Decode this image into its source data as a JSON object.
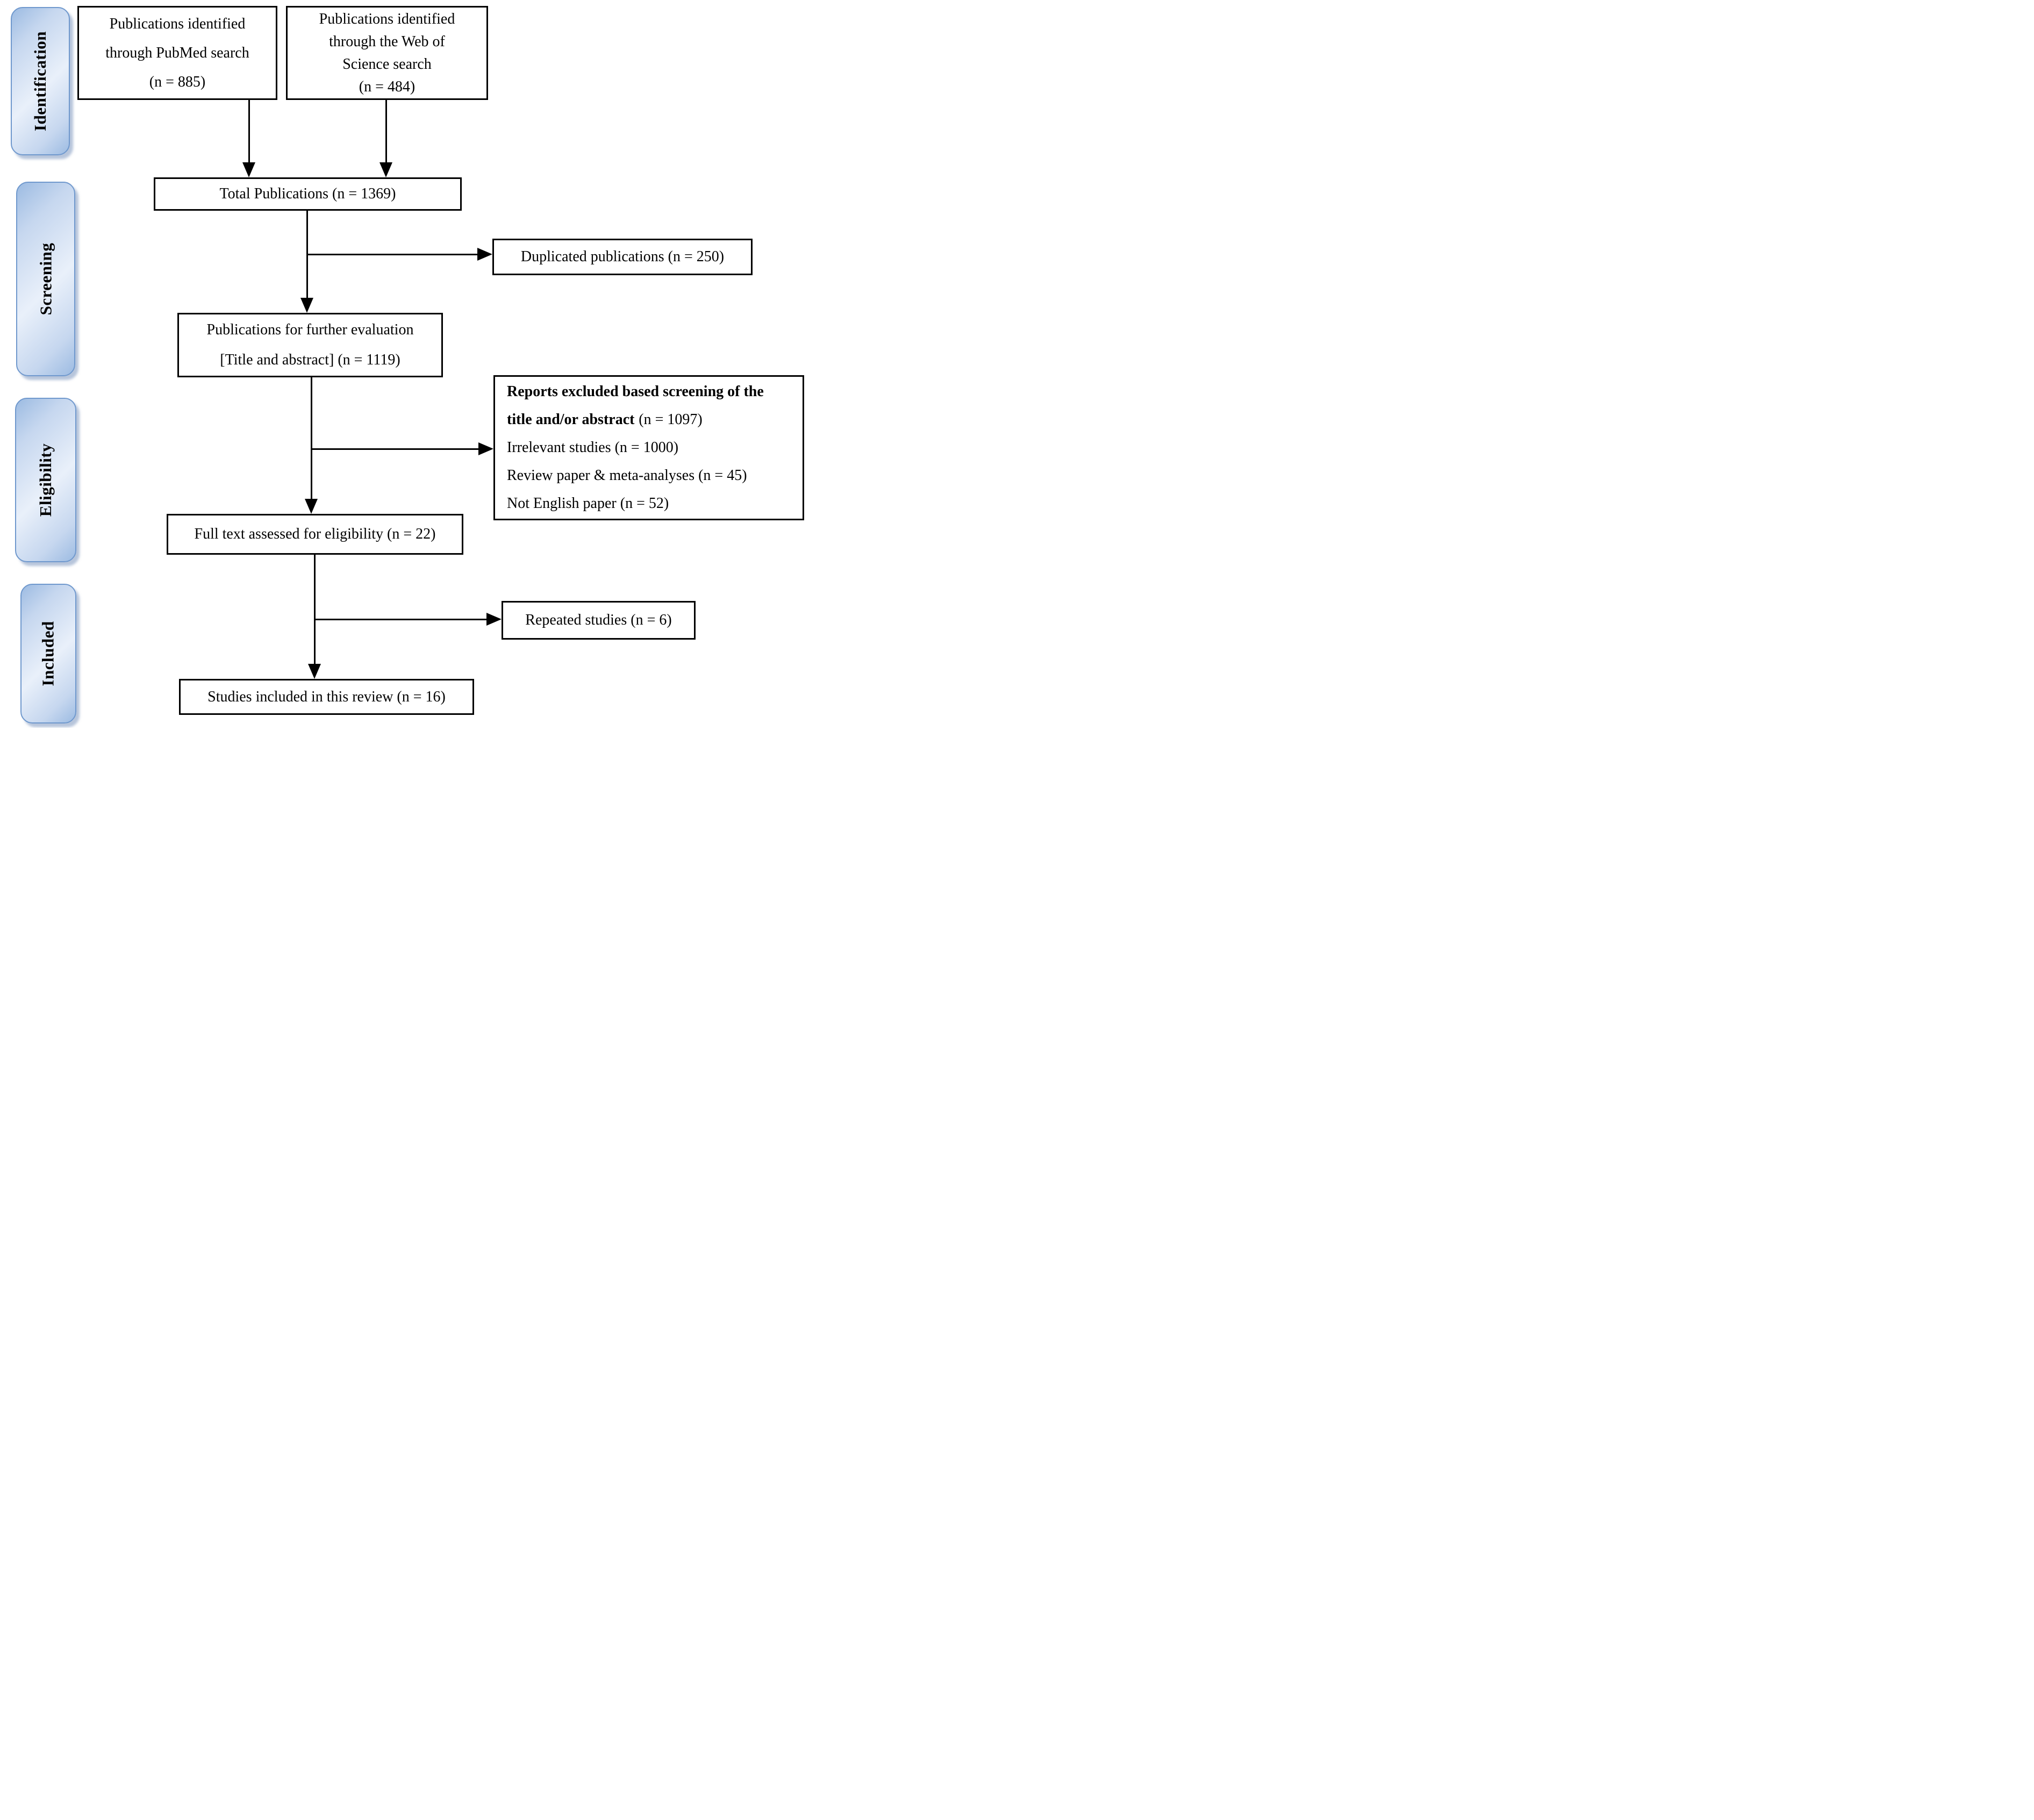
{
  "diagram": {
    "kind": "prisma-flow-diagram",
    "stage_labels": {
      "identification": "Identification",
      "screening": "Screening",
      "eligibility": "Eligibility",
      "included": "Included"
    },
    "boxes": {
      "pubmed": {
        "lines": [
          "Publications identified",
          "through PubMed search",
          "(n = 885)"
        ]
      },
      "web_of_science": {
        "lines": [
          "Publications identified",
          "through the Web of",
          "Science search",
          "(n = 484)"
        ]
      },
      "total": {
        "text": "Total Publications (n = 1369)"
      },
      "duplicated": {
        "text": "Duplicated publications (n = 250)"
      },
      "further_evaluation": {
        "lines": [
          "Publications for further evaluation",
          "[Title and abstract] (n = 1119)"
        ]
      },
      "reports_excluded": {
        "heading_bold_line1": "Reports excluded based screening of the",
        "heading_bold_line2": "title and/or abstract",
        "heading_count": "(n = 1097)",
        "items": [
          "Irrelevant studies (n = 1000)",
          "Review paper & meta-analyses (n = 45)",
          "Not English paper (n = 52)"
        ]
      },
      "full_text": {
        "text": "Full text assessed for eligibility (n = 22)"
      },
      "repeated": {
        "text": "Repeated studies (n = 6)"
      },
      "included_studies": {
        "text": "Studies included in this review (n = 16)"
      }
    },
    "colors": {
      "box_border": "#000000",
      "box_fill": "#ffffff",
      "connector": "#000000",
      "text": "#000000",
      "stage_border": "#6f98cd",
      "stage_light": "#e9f0fa",
      "stage_mid": "#c6d7ef",
      "stage_dark": "#9cbbe2",
      "stage_shadow": "rgba(124,150,190,0.55)"
    }
  }
}
